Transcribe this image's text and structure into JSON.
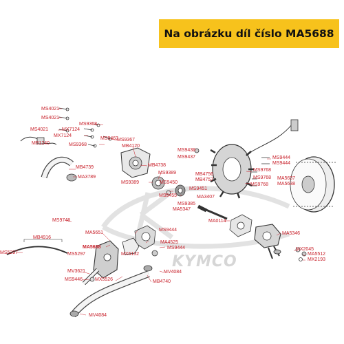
{
  "banner": {
    "text": "Na obrázku díl číslo MA5688",
    "color": "#f7c21c"
  },
  "label_color": "#c8202a",
  "selected_part": "MA5688",
  "watermark": {
    "text": "KYMCO"
  },
  "parts": [
    "MS4021",
    "MS4021",
    "MS4021",
    "MX7124",
    "MX7124",
    "MB1240",
    "MS9368",
    "MS9368",
    "MS9463",
    "MS9367",
    "MB4120",
    "MB4739",
    "MA3789",
    "MB4738",
    "MS9389",
    "MS9389",
    "MS9450",
    "MS9455",
    "MS9451",
    "MA3407",
    "MS9385",
    "MA5347",
    "MS9439",
    "MS9437",
    "MS9444",
    "MS9444",
    "MS9768",
    "MS9768",
    "MS9768",
    "MB4756",
    "MB4757",
    "MA5637",
    "MA5638",
    "MS9748",
    "MA5651",
    "MS9444",
    "MS9444",
    "MA4525",
    "MB4916",
    "MS5297",
    "MS5297",
    "MA5688",
    "MX6132",
    "MV3621",
    "MS9446",
    "MX5526",
    "MV4084",
    "MB4740",
    "MV4084",
    "MA0114",
    "MA5346",
    "MX2045",
    "MA5512",
    "MX2193"
  ]
}
